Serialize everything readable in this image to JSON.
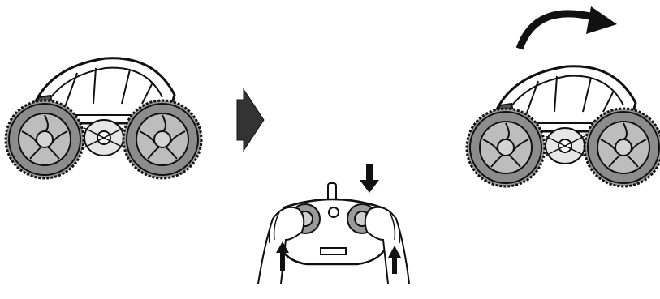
{
  "diagram": {
    "kind": "rc-stunt-car-flip-instruction",
    "steps": [
      {
        "id": "car-before",
        "icon": "rc-car-icon",
        "state": "upright"
      },
      {
        "id": "transition",
        "icon": "arrow-right-icon"
      },
      {
        "id": "car-after",
        "icon": "rc-car-icon",
        "state": "flipping",
        "motion_icon": "curved-arrow-flip-icon"
      },
      {
        "id": "controller",
        "icon": "remote-controller-icon",
        "inputs": [
          {
            "stick": "left",
            "direction": "up",
            "icon": "arrow-up-icon"
          },
          {
            "stick": "right",
            "direction": "down",
            "icon": "arrow-down-icon"
          },
          {
            "stick": "right-thumb",
            "direction": "up",
            "icon": "arrow-up-icon"
          }
        ]
      }
    ],
    "colors": {
      "ink": "#111111",
      "tire": "#8a8a8a",
      "hub": "#bdbdbd",
      "body": "#ffffff"
    }
  }
}
